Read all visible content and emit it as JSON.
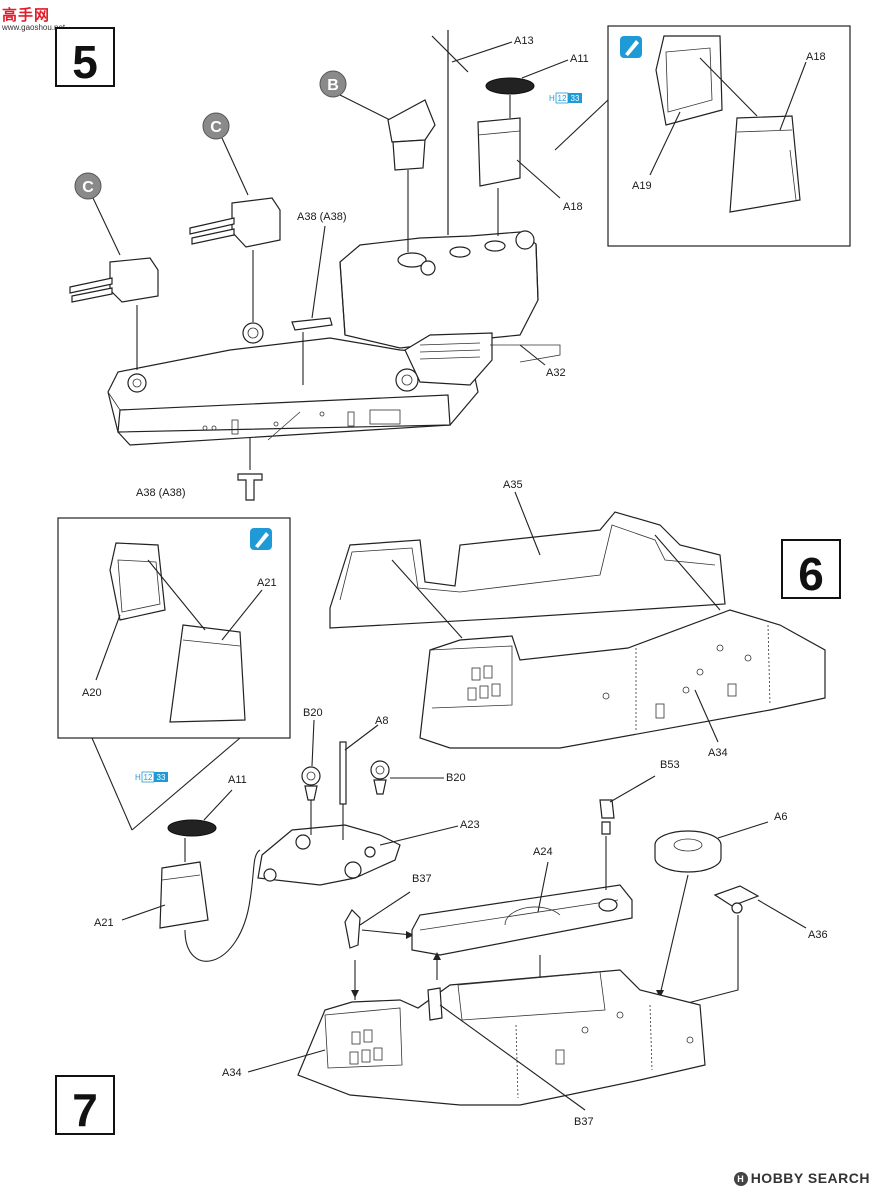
{
  "watermark": {
    "brand": "高手网",
    "url": "www.gaoshou.net"
  },
  "footer": {
    "icon": "hobbysearch-logo-icon",
    "text": "HOBBY SEARCH"
  },
  "steps": [
    "5",
    "6",
    "7"
  ],
  "callouts": [
    "B",
    "C",
    "C"
  ],
  "paint_badges": [
    {
      "prefix": "H",
      "a": "12",
      "b": "33"
    },
    {
      "prefix": "H",
      "a": "12",
      "b": "33"
    }
  ],
  "labels": {
    "s5_a13": "A13",
    "s5_a11": "A11",
    "s5_a18_inset": "A18",
    "s5_a19": "A19",
    "s5_a18": "A18",
    "s5_a38_top": "A38 (A38)",
    "s5_a32": "A32",
    "s5_a38_bottom": "A38 (A38)",
    "s6_a35": "A35",
    "s6_a34": "A34",
    "s7_a21_inset": "A21",
    "s7_a20": "A20",
    "s7_a11": "A11",
    "s7_a21": "A21",
    "s7_b20_left": "B20",
    "s7_a8": "A8",
    "s7_b20_right": "B20",
    "s7_a23": "A23",
    "s7_b53": "B53",
    "s7_a6": "A6",
    "s7_a24": "A24",
    "s7_b37_top": "B37",
    "s7_a36": "A36",
    "s7_a34": "A34",
    "s7_b37_bottom": "B37"
  },
  "colors": {
    "ink": "#1a1a1a",
    "paint_badge": "#1e9bd7",
    "callout_circle": "#8a8a8a",
    "watermark_red": "#e11d2a"
  }
}
